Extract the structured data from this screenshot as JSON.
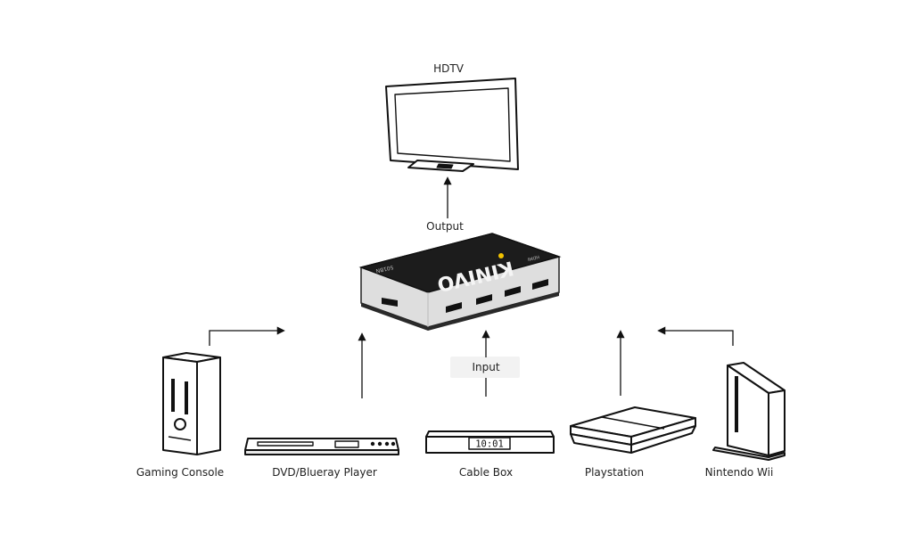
{
  "labels": {
    "hdtv": "HDTV",
    "output": "Output",
    "input": "Input",
    "gaming_console": "Gaming Console",
    "dvd_player": "DVD/Blueray Player",
    "cable_box": "Cable Box",
    "playstation": "Playstation",
    "nintendo_wii": "Nintendo Wii"
  },
  "switch_brand": "KINIVO",
  "switch_model": "501BN",
  "switch_badge": "HDMI",
  "cable_box_display": "10:01",
  "colors": {
    "line": "#222222",
    "device_body": "#ffffff",
    "switch_top": "#1c1c1c",
    "switch_side": "#dcdcdc",
    "logo_accent": "#f2c200"
  }
}
